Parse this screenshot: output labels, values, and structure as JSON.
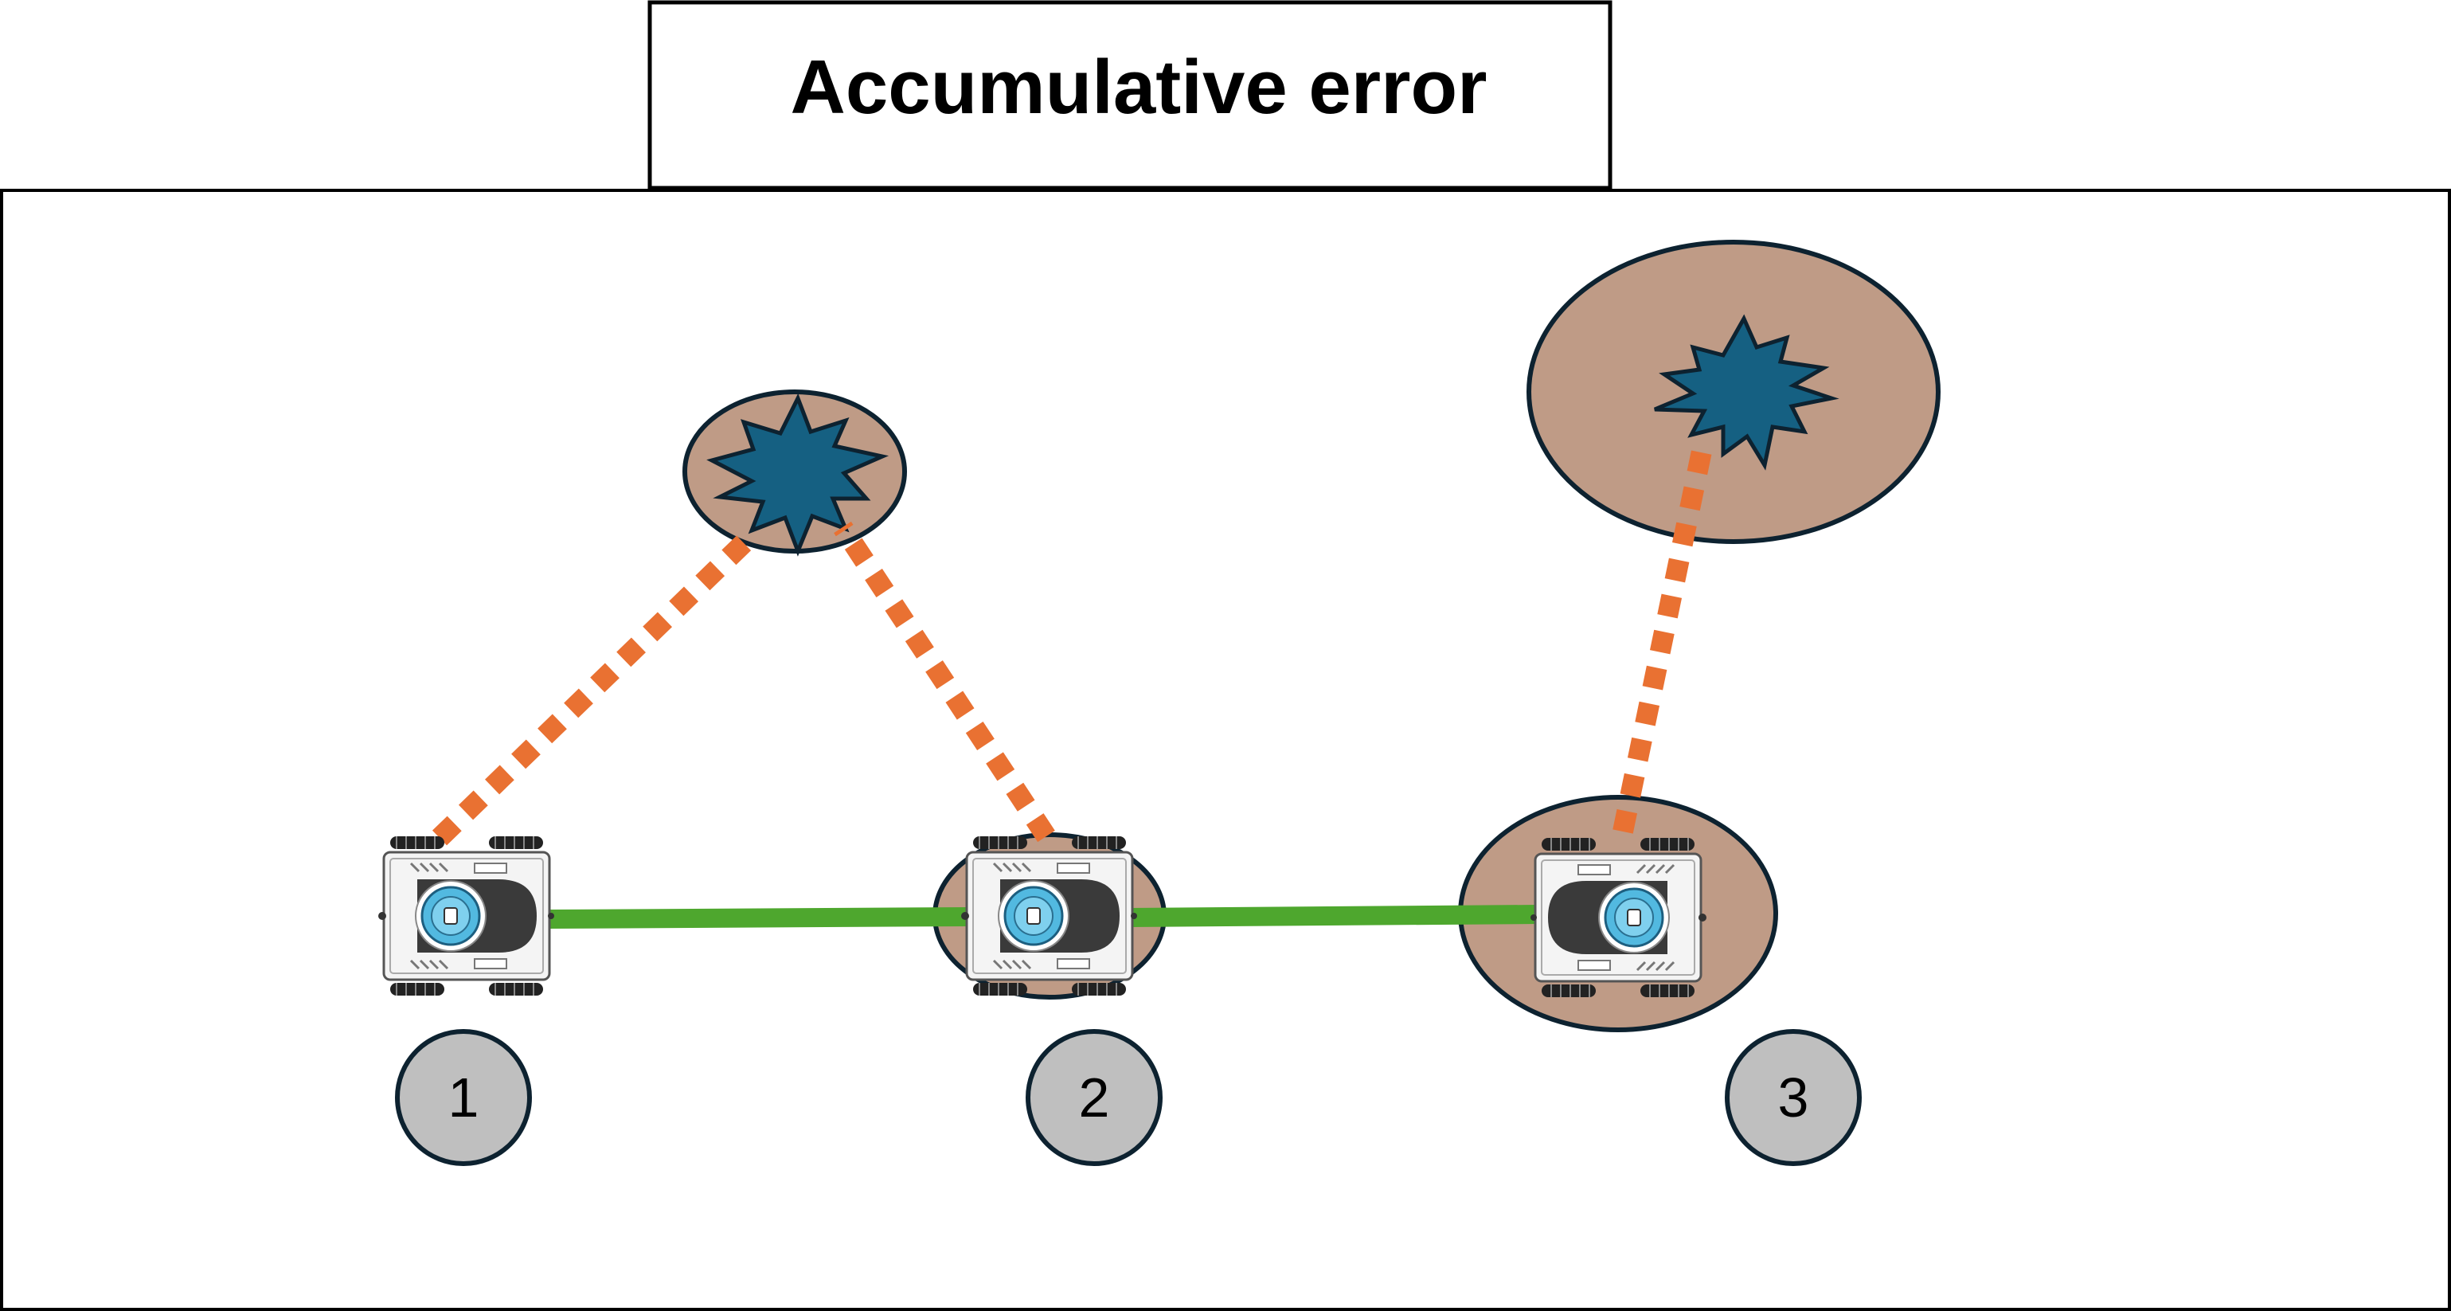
{
  "title": "Accumulative error",
  "poses": [
    {
      "label": "1"
    },
    {
      "label": "2"
    },
    {
      "label": "3"
    }
  ],
  "colors": {
    "frame": "#000000",
    "odometry_edge": "#4ea72e",
    "observation_edge": "#e97132",
    "uncertainty_fill": "#bf9b86",
    "uncertainty_stroke": "#0d2230",
    "landmark_fill": "#156082",
    "landmark_stroke": "#0d2230",
    "pose_label_fill": "#bfbfbf",
    "pose_label_stroke": "#0d2230",
    "robot_body": "#f4f4f4",
    "robot_panel": "#3a3a3a",
    "robot_sensor": "#52b9e0"
  },
  "icons": {
    "landmark": "landmark-star-icon",
    "robot": "robot-icon"
  }
}
